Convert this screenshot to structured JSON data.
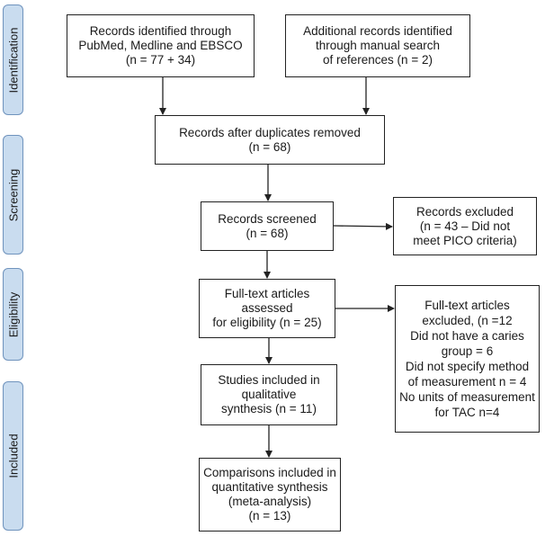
{
  "phases": {
    "identification": "Identification",
    "screening": "Screening",
    "eligibility": "Eligibility",
    "included": "Included"
  },
  "boxes": {
    "records_identified": [
      "Records identified through",
      "PubMed, Medline and EBSCO",
      "(n = 77 + 34)"
    ],
    "additional_records": [
      "Additional records identified",
      "through manual search",
      "of references (n = 2)"
    ],
    "after_duplicates": [
      "Records after duplicates removed",
      "(n = 68)"
    ],
    "records_screened": [
      "Records screened",
      "(n = 68)"
    ],
    "records_excluded": [
      "Records excluded",
      "(n = 43 – Did not",
      "meet PICO criteria)"
    ],
    "fulltext_assessed": [
      "Full-text articles",
      "assessed",
      "for eligibility (n = 25)"
    ],
    "fulltext_excluded": [
      "Full-text articles",
      "excluded, (n =12",
      "Did not have a caries",
      "group = 6",
      "Did not specify method",
      "of measurement n = 4",
      "No units of measurement",
      "for TAC n=4"
    ],
    "qualitative": [
      "Studies included in",
      "qualitative",
      "synthesis (n = 11)"
    ],
    "quantitative": [
      "Comparisons included in",
      "quantitative synthesis",
      "(meta-analysis)",
      "(n = 13)"
    ]
  }
}
